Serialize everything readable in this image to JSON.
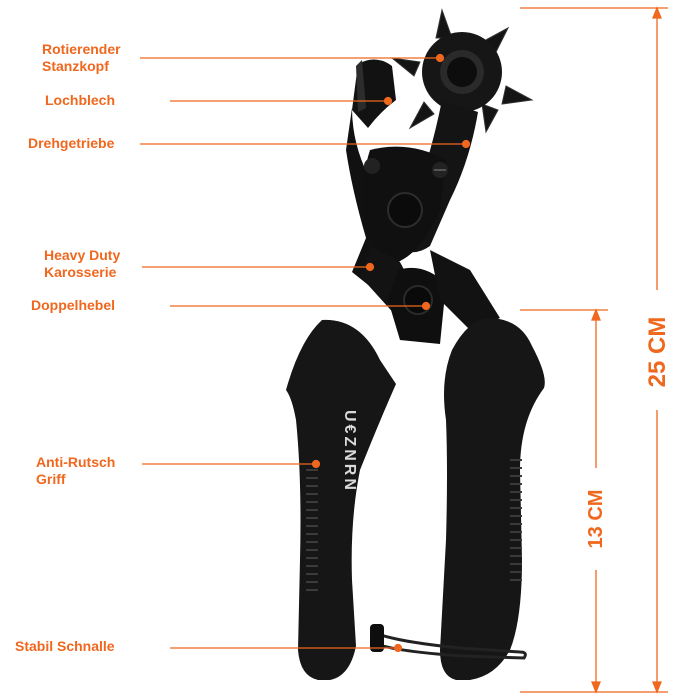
{
  "brand": "U€ZNRN",
  "accent_color": "#f0671e",
  "labels": {
    "rotating_head": [
      "Rotierender",
      "Stanzkopf"
    ],
    "plate": "Lochblech",
    "gear": "Drehgetriebe",
    "body": [
      "Heavy Duty",
      "Karosserie"
    ],
    "lever": "Doppelhebel",
    "grip": [
      "Anti-Rutsch",
      "Griff"
    ],
    "buckle": "Stabil Schnalle"
  },
  "dimensions": {
    "total_length": "25 CM",
    "handle_length": "13 CM"
  }
}
